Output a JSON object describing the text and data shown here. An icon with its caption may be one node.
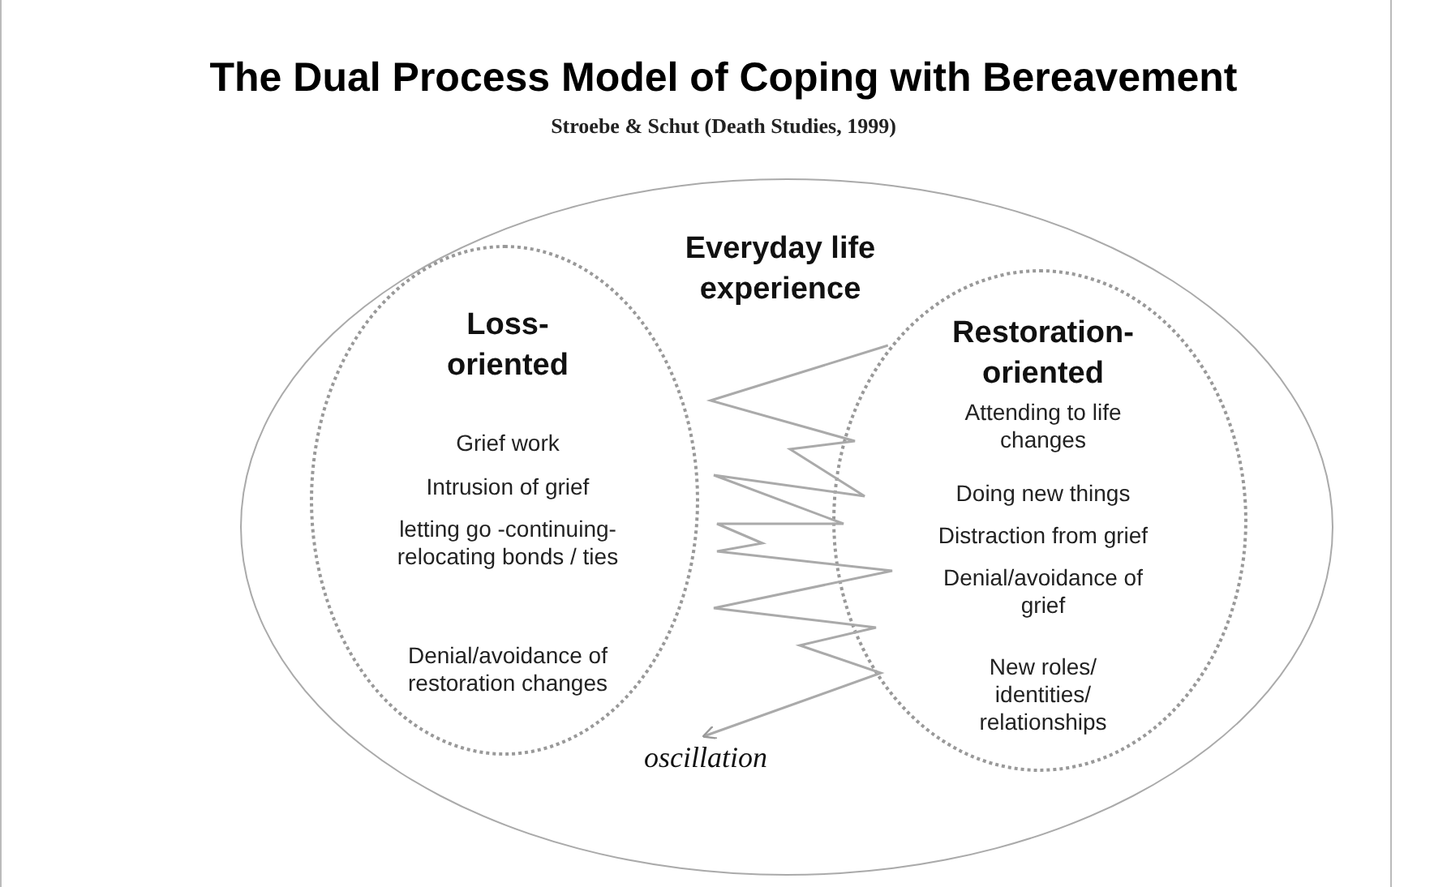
{
  "diagram": {
    "title": "The Dual Process Model of Coping with Bereavement",
    "nodes": [
      {
        "text": [
          "Everyday life experience"
        ]
      },
      {
        "text": [
          "Loss- oriented",
          "Grief work",
          "Intrusion of grief",
          "letting go -continuing- relocating bonds / ties",
          "Denial/avoidance of restoration changes"
        ],
        "in": 0
      },
      {
        "text": [
          "Restoration- oriented",
          "Attending to life changes",
          "Doing new things",
          "Distraction from grief",
          "Denial/avoidance of grief",
          "New roles/ identities/ relationships"
        ],
        "in": 0
      },
      {
        "text": [
          "oscillation"
        ],
        "in": 0
      }
    ],
    "edges": [
      {
        "from": 2,
        "to": 3,
        "arrow": "to"
      }
    ],
    "labels": [
      "Stroebe & Schut (Death Studies, 1999)"
    ]
  }
}
